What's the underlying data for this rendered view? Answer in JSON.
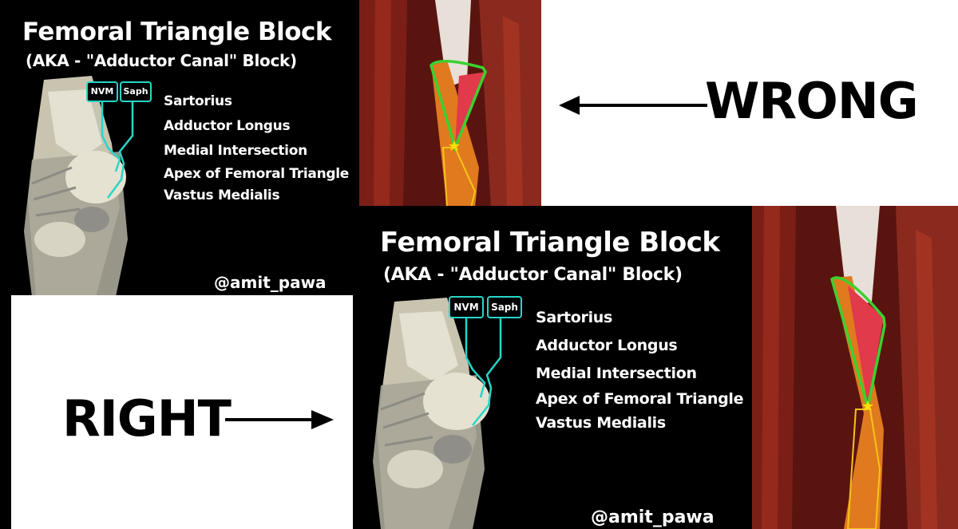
{
  "slide": {
    "title": "Femoral Triangle Block",
    "subtitle": "(AKA - \"Adductor Canal\" Block)",
    "tags": [
      "NVM",
      "Saph"
    ],
    "structures": [
      "Sartorius",
      "Adductor Longus",
      "Medial Intersection",
      "Apex of Femoral Triangle",
      "Vastus Medialis"
    ],
    "handle": "@amit_pawa"
  },
  "labels": {
    "wrong": "WRONG",
    "right": "RIGHT"
  },
  "colors": {
    "triangle_outline": "#3bd12f",
    "nerve_line": "#27d6c8",
    "sartorius": "#e07a1e",
    "apex_star": "#ffe000"
  }
}
